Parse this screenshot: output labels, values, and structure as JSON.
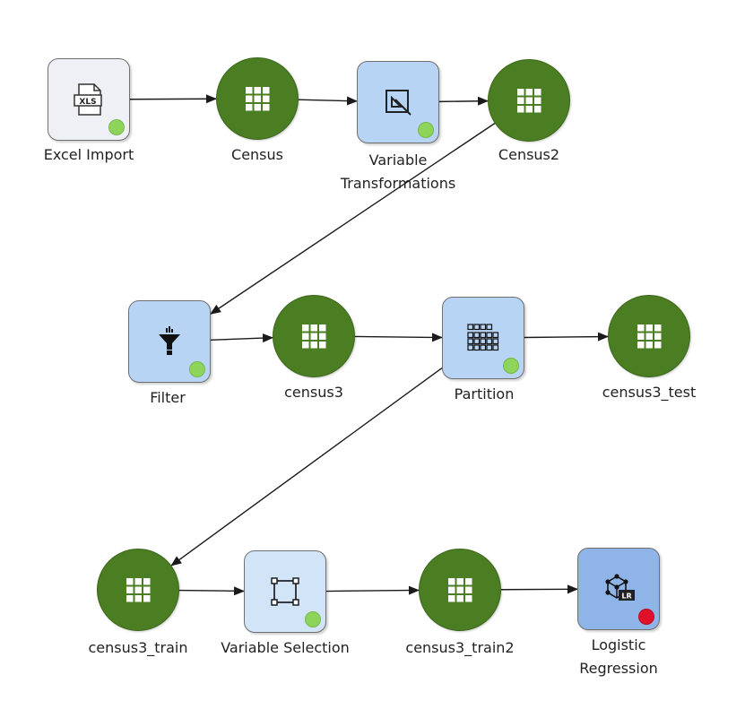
{
  "nodes": [
    {
      "id": "excel-import",
      "kind": "import",
      "status": "ok",
      "icon": "xls-file-icon",
      "icon_text": "XLS",
      "label": [
        "Excel Import"
      ]
    },
    {
      "id": "census",
      "kind": "dataset",
      "icon": "grid-icon",
      "label": [
        "Census"
      ]
    },
    {
      "id": "variable-transformations",
      "kind": "tool",
      "status": "ok",
      "icon": "transform-icon",
      "label": [
        "Variable",
        "Transformations"
      ]
    },
    {
      "id": "census2",
      "kind": "dataset",
      "icon": "grid-icon",
      "label": [
        "Census2"
      ]
    },
    {
      "id": "filter",
      "kind": "tool",
      "status": "ok",
      "icon": "funnel-icon",
      "label": [
        "Filter"
      ]
    },
    {
      "id": "census3",
      "kind": "dataset",
      "icon": "grid-icon",
      "label": [
        "census3"
      ]
    },
    {
      "id": "partition",
      "kind": "tool",
      "status": "ok",
      "icon": "partition-grid-icon",
      "label": [
        "Partition"
      ]
    },
    {
      "id": "census3-test",
      "kind": "dataset",
      "icon": "grid-icon",
      "label": [
        "census3_test"
      ]
    },
    {
      "id": "census3-train",
      "kind": "dataset",
      "icon": "grid-icon",
      "label": [
        "census3_train"
      ]
    },
    {
      "id": "variable-selection",
      "kind": "tool-light",
      "status": "ok",
      "icon": "selection-square-icon",
      "label": [
        "Variable Selection"
      ]
    },
    {
      "id": "census3-train2",
      "kind": "dataset",
      "icon": "grid-icon",
      "label": [
        "census3_train2"
      ]
    },
    {
      "id": "logistic-regression",
      "kind": "model",
      "status": "error",
      "icon": "model-cube-icon",
      "icon_text": "LR",
      "label": [
        "Logistic",
        "Regression"
      ]
    }
  ],
  "edges": [
    [
      "excel-import",
      "census"
    ],
    [
      "census",
      "variable-transformations"
    ],
    [
      "variable-transformations",
      "census2"
    ],
    [
      "census2",
      "filter"
    ],
    [
      "filter",
      "census3"
    ],
    [
      "census3",
      "partition"
    ],
    [
      "partition",
      "census3-test"
    ],
    [
      "partition",
      "census3-train"
    ],
    [
      "census3-train",
      "variable-selection"
    ],
    [
      "variable-selection",
      "census3-train2"
    ],
    [
      "census3-train2",
      "logistic-regression"
    ]
  ],
  "colors": {
    "dataset": "#4b7d22",
    "tool": "#b7d4f5",
    "tool_light": "#d2e4f8",
    "import": "#eef0f5",
    "model": "#8fb4e8",
    "status_ok": "#8fd45a",
    "status_error": "#e0102a"
  }
}
